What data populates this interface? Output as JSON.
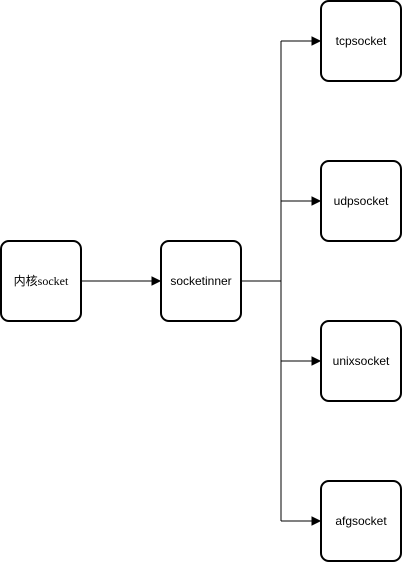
{
  "diagram": {
    "nodes": {
      "kernel": {
        "label": "内核socket"
      },
      "inner": {
        "label": "socketinner"
      },
      "tcp": {
        "label": "tcpsocket"
      },
      "udp": {
        "label": "udpsocket"
      },
      "unix": {
        "label": "unixsocket"
      },
      "afg": {
        "label": "afgsocket"
      }
    },
    "edges": [
      {
        "from": "kernel",
        "to": "inner"
      },
      {
        "from": "inner",
        "to": "tcp"
      },
      {
        "from": "inner",
        "to": "udp"
      },
      {
        "from": "inner",
        "to": "unix"
      },
      {
        "from": "inner",
        "to": "afg"
      }
    ],
    "colors": {
      "stroke": "#000000",
      "fill": "#ffffff"
    }
  }
}
